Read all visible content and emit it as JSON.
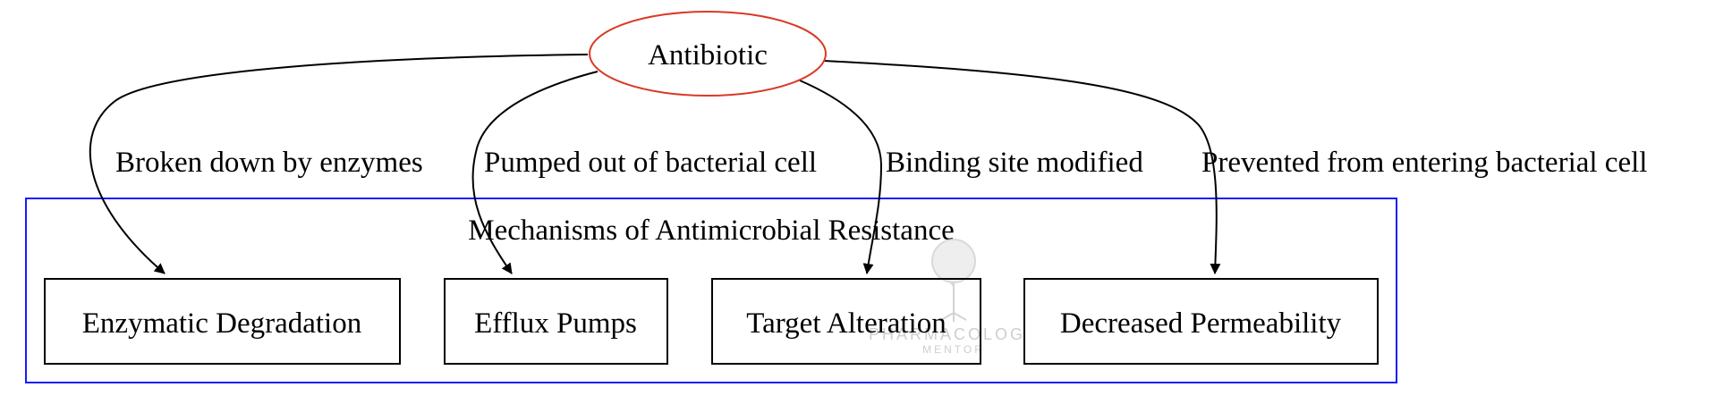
{
  "colors": {
    "root_stroke": "#d93a26",
    "cluster_stroke": "#1a1aff",
    "box_stroke": "#000000",
    "edge": "#000000",
    "text": "#000000",
    "watermark": "#c9c9c9"
  },
  "root": {
    "label": "Antibiotic"
  },
  "cluster": {
    "label": "Mechanisms of Antimicrobial Resistance"
  },
  "mechanisms": [
    {
      "label": "Enzymatic Degradation"
    },
    {
      "label": "Efflux Pumps"
    },
    {
      "label": "Target Alteration"
    },
    {
      "label": "Decreased Permeability"
    }
  ],
  "edges": [
    {
      "label": "Broken down by enzymes"
    },
    {
      "label": "Pumped out of bacterial cell"
    },
    {
      "label": "Binding site modified"
    },
    {
      "label": "Prevented from entering bacterial cell"
    }
  ],
  "watermark": {
    "line1": "PHARMACOLOGY",
    "line2": "MENTOR",
    "icon": "tree-icon"
  }
}
